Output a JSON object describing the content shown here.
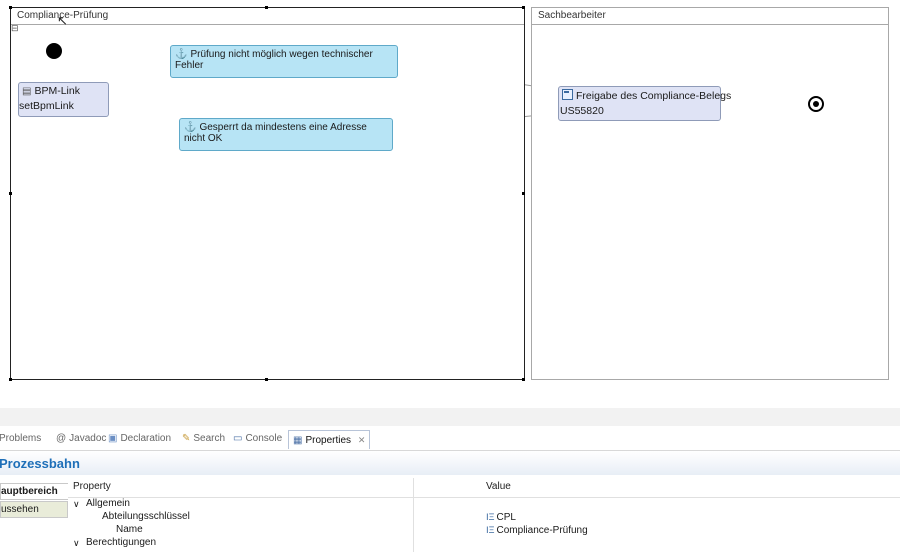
{
  "diagram": {
    "lanes": [
      {
        "title": "Compliance-Prüfung"
      },
      {
        "title": "Sachbearbeiter"
      }
    ],
    "nodes": {
      "bpm_link": {
        "title": "BPM-Link",
        "subtitle": "setBpmLink"
      },
      "event1": {
        "label": "Prüfung nicht möglich wegen technischer Fehler"
      },
      "event2": {
        "label": "Gesperrt da mindestens eine Adresse nicht OK"
      },
      "freigabe": {
        "title": "Freigabe des Compliance-Belegs",
        "subtitle": "US55820"
      }
    },
    "collapse_marker": "⊟"
  },
  "panel": {
    "tabs": [
      {
        "label": "Problems",
        "icon": "problems-icon"
      },
      {
        "label": "Javadoc",
        "icon": "at-icon"
      },
      {
        "label": "Declaration",
        "icon": "declaration-icon"
      },
      {
        "label": "Search",
        "icon": "search-icon"
      },
      {
        "label": "Console",
        "icon": "console-icon"
      },
      {
        "label": "Properties",
        "icon": "properties-icon",
        "active": true,
        "close": "✕"
      }
    ],
    "title": "Prozessbahn",
    "side_tabs": [
      "auptbereich",
      "ussehen"
    ],
    "columns": {
      "property": "Property",
      "value": "Value"
    },
    "rows": [
      {
        "indent": 0,
        "expander": "∨",
        "property": "Allgemein",
        "value": ""
      },
      {
        "indent": 1,
        "property": "Abteilungsschlüssel",
        "value": "CPL"
      },
      {
        "indent": 1,
        "property": "Name",
        "value": "Compliance-Prüfung"
      },
      {
        "indent": 0,
        "expander": "∨",
        "property": "Berechtigungen",
        "value": ""
      }
    ]
  }
}
